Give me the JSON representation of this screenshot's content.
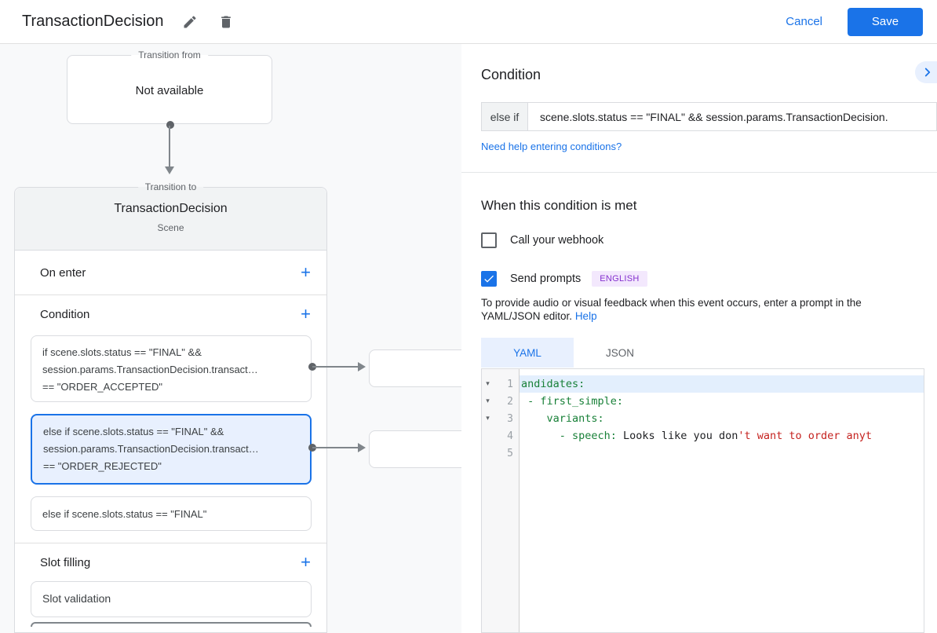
{
  "header": {
    "title": "TransactionDecision",
    "cancel_label": "Cancel",
    "save_label": "Save"
  },
  "icons": {
    "edit": "pencil-icon",
    "delete": "trash-icon",
    "plus": "+",
    "chevron_right": "chevron-right-icon",
    "fold": "▾",
    "check": "checkmark-icon"
  },
  "colors": {
    "accent_blue": "#1a73e8",
    "selected_card_bg": "#e8f0fe",
    "selected_card_border": "#1a73e8",
    "yaml_key_green": "#188038",
    "yaml_string_red": "#c5221f",
    "badge_purple_text": "#8430ce",
    "badge_purple_bg": "#f3e8fd",
    "canvas_bg": "#f8f9fa",
    "scene_header_bg": "#f1f3f4"
  },
  "diagram": {
    "transition_from": {
      "legend": "Transition from",
      "content": "Not available"
    },
    "transition_to": {
      "legend": "Transition to",
      "title": "TransactionDecision",
      "subtitle": "Scene"
    },
    "on_enter": {
      "label": "On enter"
    },
    "condition": {
      "label": "Condition",
      "cards": [
        {
          "lines": [
            "if scene.slots.status == \"FINAL\" &&",
            "session.params.TransactionDecision.transact…",
            "== \"ORDER_ACCEPTED\""
          ]
        },
        {
          "lines": [
            "else if scene.slots.status == \"FINAL\" &&",
            "session.params.TransactionDecision.transact…",
            "== \"ORDER_REJECTED\""
          ]
        },
        {
          "lines": [
            "else if scene.slots.status == \"FINAL\""
          ]
        }
      ]
    },
    "slot_filling": {
      "label": "Slot filling",
      "card_label": "Slot validation"
    }
  },
  "panel": {
    "condition": {
      "heading": "Condition",
      "operator": "else if",
      "expression": "scene.slots.status == \"FINAL\" && session.params.TransactionDecision.",
      "help_link": "Need help entering conditions?"
    },
    "when_met": {
      "heading": "When this condition is met",
      "webhook_label": "Call your webhook",
      "webhook_checked": false,
      "send_prompts_label": "Send prompts",
      "send_prompts_checked": true,
      "language_badge": "ENGLISH",
      "description": "To provide audio or visual feedback when this event occurs, enter a prompt in the YAML/JSON editor.",
      "help_label": "Help"
    },
    "editor": {
      "tabs": [
        {
          "label": "YAML",
          "active": true
        },
        {
          "label": "JSON",
          "active": false
        }
      ],
      "lines": [
        {
          "num": 1,
          "segments": [
            {
              "text": "andidates:"
            }
          ]
        },
        {
          "num": 2,
          "segments": [
            {
              "text": " - first_simple:"
            }
          ]
        },
        {
          "num": 3,
          "segments": [
            {
              "text": "    variants:"
            }
          ]
        },
        {
          "num": 4,
          "segments": [
            {
              "text": "      - speech:"
            },
            {
              "text": " Looks like you don"
            },
            {
              "text": "'t want to order anyt"
            }
          ]
        },
        {
          "num": 5,
          "segments": []
        }
      ]
    }
  }
}
